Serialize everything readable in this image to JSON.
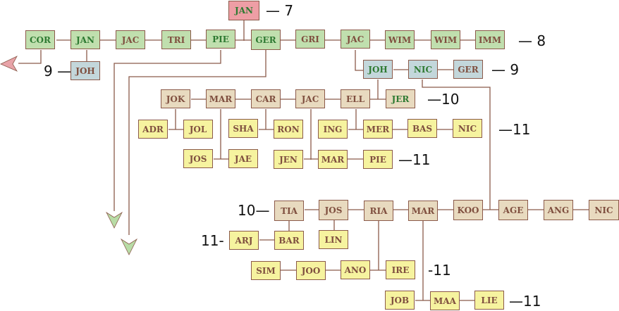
{
  "colors": {
    "gen7": "#ee9ea5",
    "gen8": "#c0dfae",
    "gen9": "#c3d7db",
    "gen10": "#e8dabf",
    "gen11": "#f6f39f",
    "line": "#8b5a4a",
    "text_brown": "#7f4f3f",
    "text_green": "#2e7a32"
  },
  "generation_labels": [
    "— 7",
    "— 8",
    "9 —",
    "— 9",
    "—10",
    "—11",
    "—11",
    "10—",
    "11-",
    "-11",
    "—11"
  ],
  "gen7": [
    "JAN"
  ],
  "gen8": [
    "COR",
    "JAN",
    "JAC",
    "TRI",
    "PIE",
    "GER",
    "GRI",
    "JAC",
    "WIM",
    "WIM",
    "IMM"
  ],
  "gen9": [
    "JOH",
    "JOH",
    "NIC",
    "GER"
  ],
  "gen10a": [
    "JOK",
    "MAR",
    "CAR",
    "JAC",
    "ELL",
    "JER"
  ],
  "gen11a": [
    "ADR",
    "JOL",
    "SHA",
    "RON",
    "ING",
    "MER",
    "BAS",
    "NIC"
  ],
  "gen11b": [
    "JOS",
    "JAE",
    "JEN",
    "MAR",
    "PIE"
  ],
  "gen10b": [
    "TIA",
    "JOS",
    "RIA",
    "MAR",
    "KOO",
    "AGE",
    "ANG",
    "NIC"
  ],
  "gen11c": [
    "ARJ",
    "BAR",
    "LIN",
    "SIM",
    "JOO",
    "ANO",
    "IRE",
    "JOB",
    "MAA",
    "LIE"
  ],
  "arrows": [
    "arrow-left-pink",
    "arrow-down-green",
    "arrow-down-green"
  ]
}
